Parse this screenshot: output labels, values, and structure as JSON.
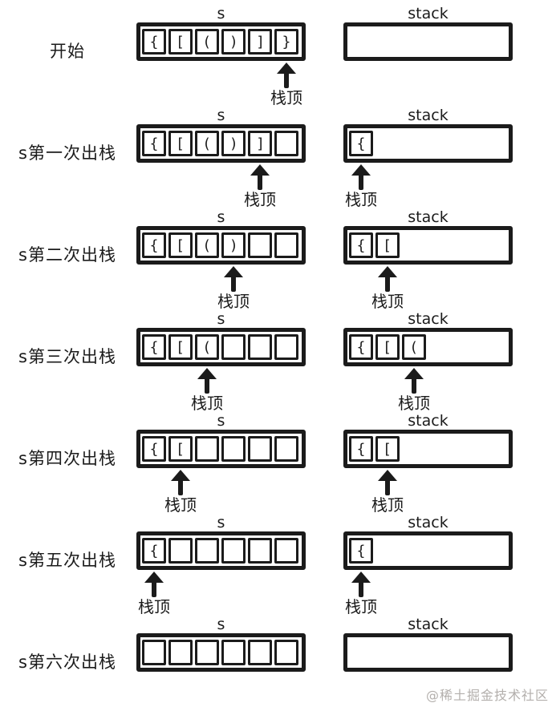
{
  "labels": {
    "s_array_title": "s",
    "stack_array_title": "stack",
    "stack_top": "栈顶"
  },
  "colors": {
    "ink": "#1b1b1b",
    "watermark": "#b3afac",
    "background": "#ffffff"
  },
  "watermark": "@稀土掘金技术社区",
  "rows": [
    {
      "label": "开始",
      "s_cells": [
        "{",
        "[",
        "(",
        ")",
        "]",
        "}"
      ],
      "s_arrow_index": 5,
      "stack_cells": [],
      "stack_arrow_index": null
    },
    {
      "label": "s第一次出栈",
      "s_cells": [
        "{",
        "[",
        "(",
        ")",
        "]",
        ""
      ],
      "s_arrow_index": 4,
      "stack_cells": [
        "{"
      ],
      "stack_arrow_index": 0
    },
    {
      "label": "s第二次出栈",
      "s_cells": [
        "{",
        "[",
        "(",
        ")",
        "",
        ""
      ],
      "s_arrow_index": 3,
      "stack_cells": [
        "{",
        "["
      ],
      "stack_arrow_index": 1
    },
    {
      "label": "s第三次出栈",
      "s_cells": [
        "{",
        "[",
        "(",
        "",
        "",
        ""
      ],
      "s_arrow_index": 2,
      "stack_cells": [
        "{",
        "[",
        "("
      ],
      "stack_arrow_index": 2
    },
    {
      "label": "s第四次出栈",
      "s_cells": [
        "{",
        "[",
        "",
        "",
        "",
        ""
      ],
      "s_arrow_index": 1,
      "stack_cells": [
        "{",
        "["
      ],
      "stack_arrow_index": 1
    },
    {
      "label": "s第五次出栈",
      "s_cells": [
        "{",
        "",
        "",
        "",
        "",
        ""
      ],
      "s_arrow_index": 0,
      "stack_cells": [
        "{"
      ],
      "stack_arrow_index": 0
    },
    {
      "label": "s第六次出栈",
      "s_cells": [
        "",
        "",
        "",
        "",
        "",
        ""
      ],
      "s_arrow_index": null,
      "stack_cells": [],
      "stack_arrow_index": null
    }
  ]
}
